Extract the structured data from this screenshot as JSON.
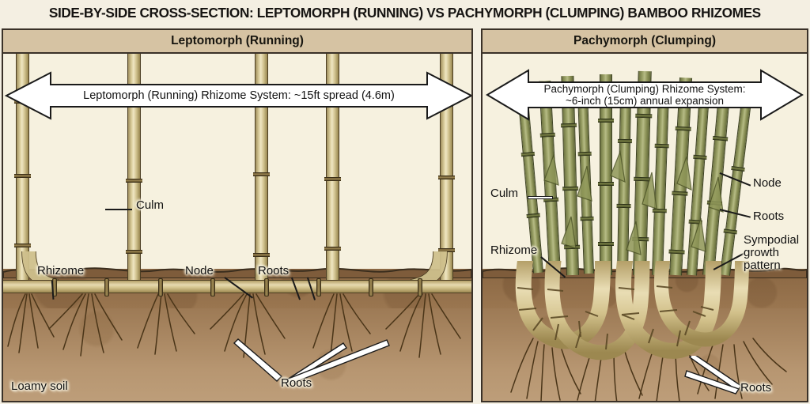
{
  "title": "SIDE-BY-SIDE CROSS-SECTION: LEPTOMORPH (RUNNING) VS PACHYMORPH (CLUMPING) BAMBOO RHIZOMES",
  "colors": {
    "page_background": "#f4efe2",
    "panel_background": "#f6f1df",
    "panel_header_background": "#d6c3a3",
    "panel_border": "#3a3128",
    "soil_top": "#8a6743",
    "soil_mid": "#b79671",
    "soil_low": "#d9c3a5",
    "culm_tan": "#d8cb9a",
    "culm_green": "#9aa166",
    "rhizome": "#e6dab0",
    "arrow_fill": "#ffffff",
    "text": "#111111"
  },
  "panels": [
    {
      "id": "leptomorph",
      "header": "Leptomorph (Running)",
      "spread_arrow": {
        "lines": [
          "Leptomorph (Running) Rhizome System: ~15ft spread (4.6m)"
        ],
        "direction": "double"
      },
      "labels": [
        {
          "id": "culm",
          "text": "Culm"
        },
        {
          "id": "rhizome",
          "text": "Rhizome"
        },
        {
          "id": "node",
          "text": "Node"
        },
        {
          "id": "roots-upper",
          "text": "Roots"
        },
        {
          "id": "roots-lower",
          "text": "Roots"
        },
        {
          "id": "soil",
          "text": "Loamy soil"
        }
      ]
    },
    {
      "id": "pachymorph",
      "header": "Pachymorph (Clumping)",
      "spread_arrow": {
        "lines": [
          "Pachymorph (Clumping) Rhizome System:",
          "~6-inch (15cm) annual expansion"
        ],
        "direction": "double"
      },
      "labels": [
        {
          "id": "culm",
          "text": "Culm"
        },
        {
          "id": "rhizome",
          "text": "Rhizome"
        },
        {
          "id": "node",
          "text": "Node"
        },
        {
          "id": "roots-right",
          "text": "Roots"
        },
        {
          "id": "sympodial",
          "text": "Sympodial growth pattern"
        },
        {
          "id": "roots-bottom",
          "text": "Roots"
        }
      ]
    }
  ]
}
